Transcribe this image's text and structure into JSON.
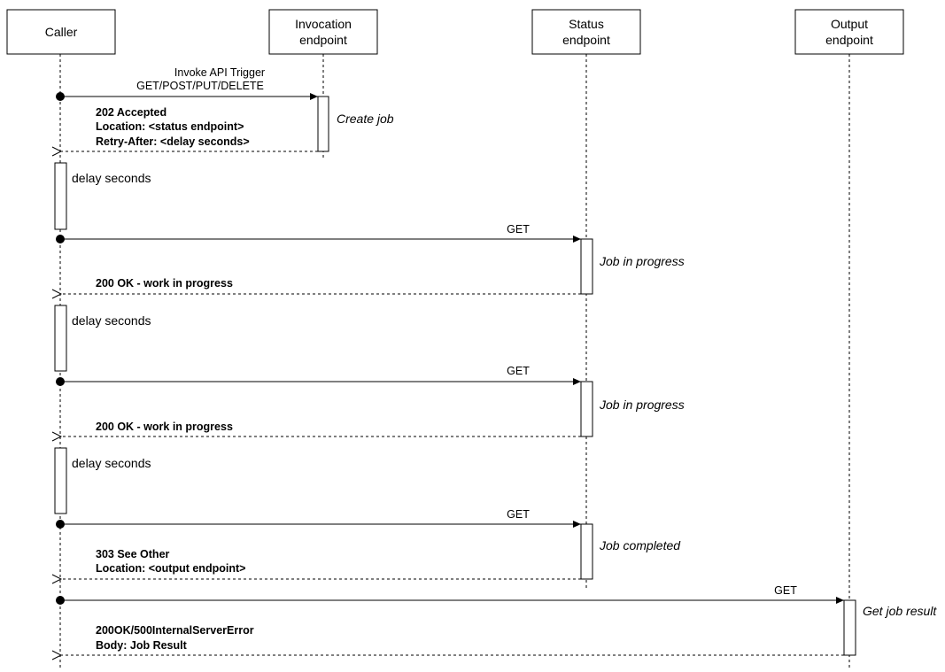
{
  "participants": {
    "caller": [
      "Caller"
    ],
    "invocation": [
      "Invocation",
      "endpoint"
    ],
    "status": [
      "Status",
      "endpoint"
    ],
    "output": [
      "Output",
      "endpoint"
    ]
  },
  "messages": {
    "invoke": [
      "Invoke API Trigger",
      "GET/POST/PUT/DELETE"
    ],
    "accepted": [
      "202 Accepted",
      "Location: <status endpoint>",
      "Retry-After: <delay seconds>"
    ],
    "get": "GET",
    "wip": "200 OK - work in progress",
    "see_other": [
      "303 See Other",
      "Location: <output endpoint>"
    ],
    "result": [
      "200OK/500InternalServerError",
      "Body: Job Result"
    ]
  },
  "notes": {
    "create_job": "Create job",
    "delay": "delay seconds",
    "in_progress": "Job in progress",
    "completed": "Job completed",
    "get_result": "Get job result"
  }
}
